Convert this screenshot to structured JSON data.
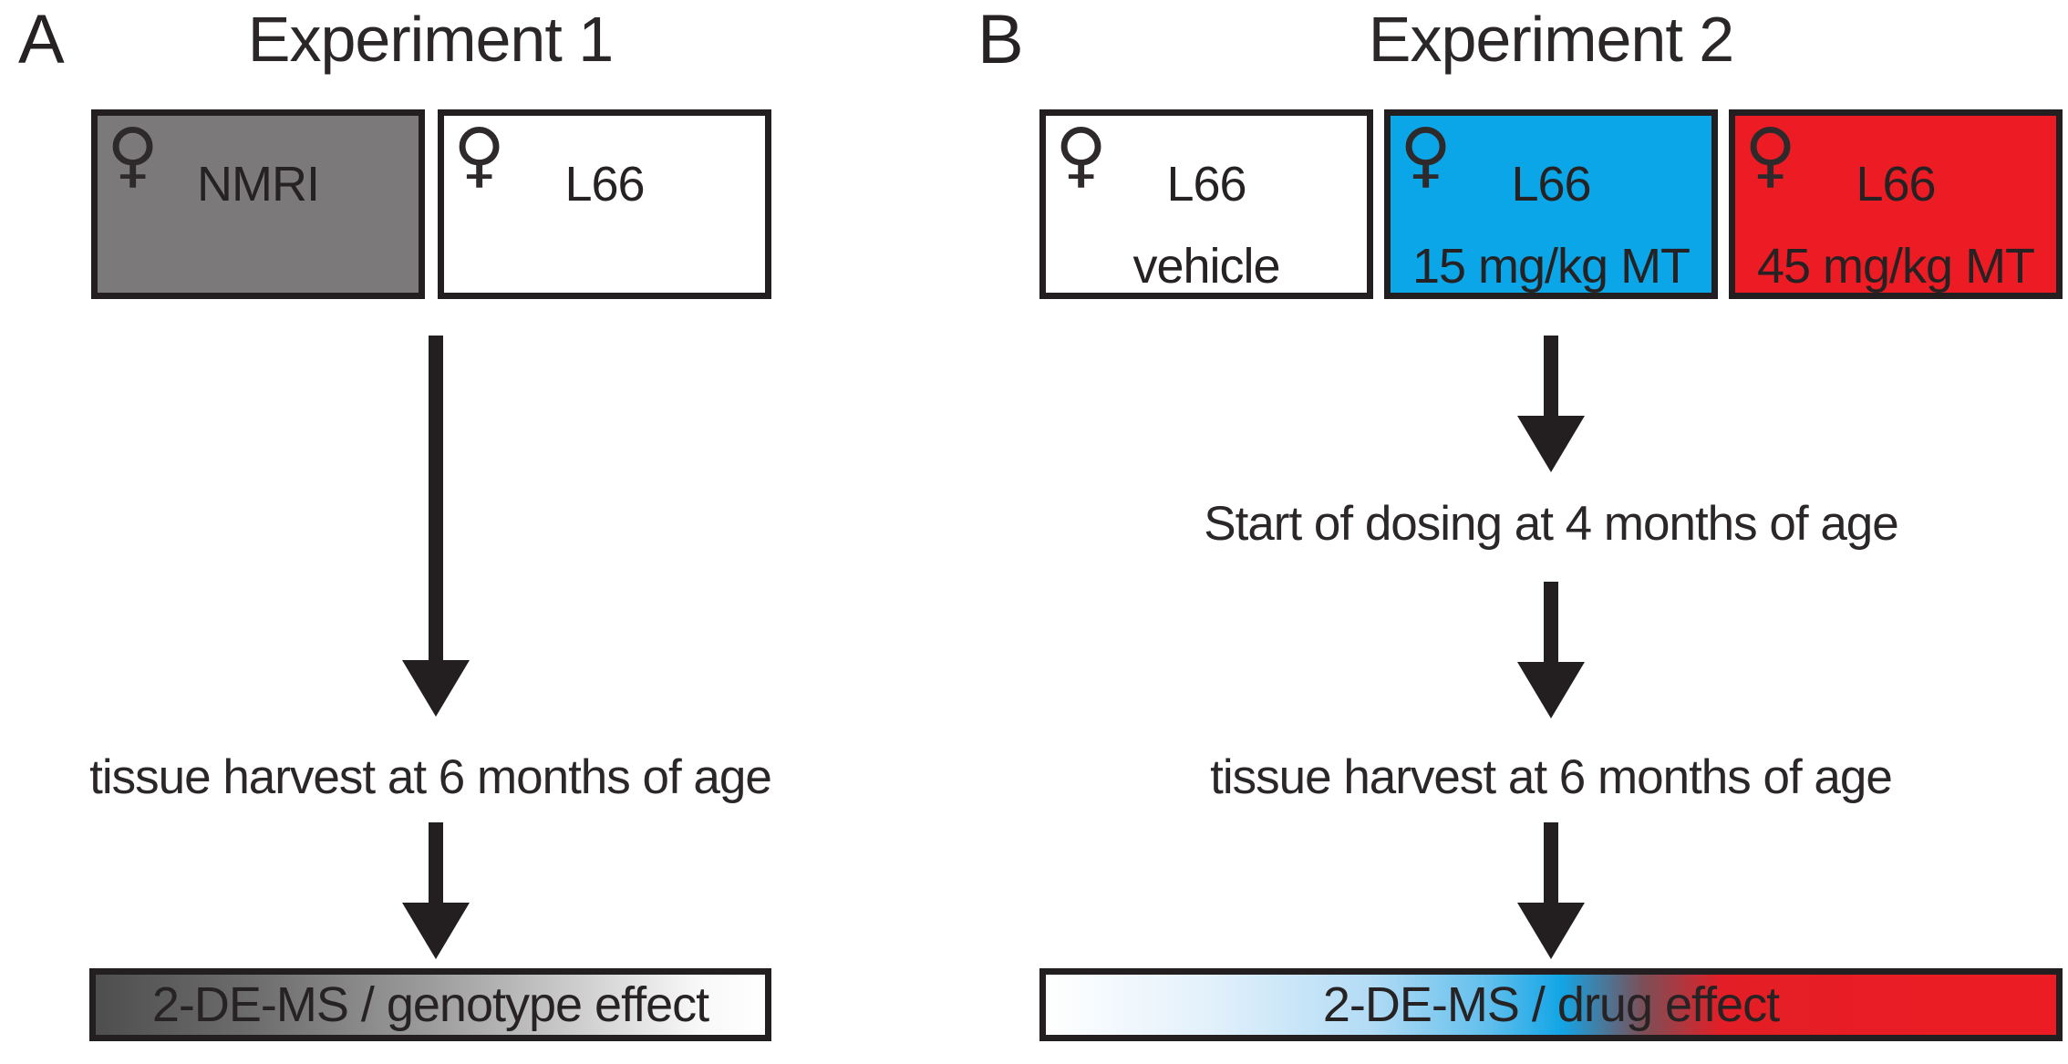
{
  "panel_a": {
    "label": "A",
    "title": "Experiment 1",
    "boxes": [
      {
        "symbol": "♀",
        "symbol_name": "female",
        "line1": "NMRI",
        "fill": "#7b7979"
      },
      {
        "symbol": "♀",
        "symbol_name": "female",
        "line1": "L66",
        "fill": "#ffffff"
      }
    ],
    "harvest_text": "tissue harvest at 6 months of age",
    "result_text": "2-DE-MS / genotype effect",
    "result_gradient": [
      "#4e4e4e",
      "#ffffff"
    ]
  },
  "panel_b": {
    "label": "B",
    "title": "Experiment 2",
    "boxes": [
      {
        "symbol": "♀",
        "symbol_name": "female",
        "line1": "L66",
        "line2": "vehicle",
        "fill": "#ffffff"
      },
      {
        "symbol": "♀",
        "symbol_name": "female",
        "line1": "L66",
        "line2": "15 mg/kg MT",
        "fill": "#0aa6e8"
      },
      {
        "symbol": "♀",
        "symbol_name": "female",
        "line1": "L66",
        "line2": "45 mg/kg MT",
        "fill": "#ed1c24"
      }
    ],
    "dosing_text": "Start of dosing at 4 months of age",
    "harvest_text": "tissue harvest at 6 months of age",
    "result_text": "2-DE-MS / drug effect",
    "result_gradient": [
      "#ffffff",
      "#0aa6e8",
      "#ed1c24"
    ]
  },
  "colors": {
    "ink": "#231f20",
    "background": "#ffffff",
    "gray_fill": "#7b7979",
    "blue_fill": "#0aa6e8",
    "red_fill": "#ed1c24"
  }
}
